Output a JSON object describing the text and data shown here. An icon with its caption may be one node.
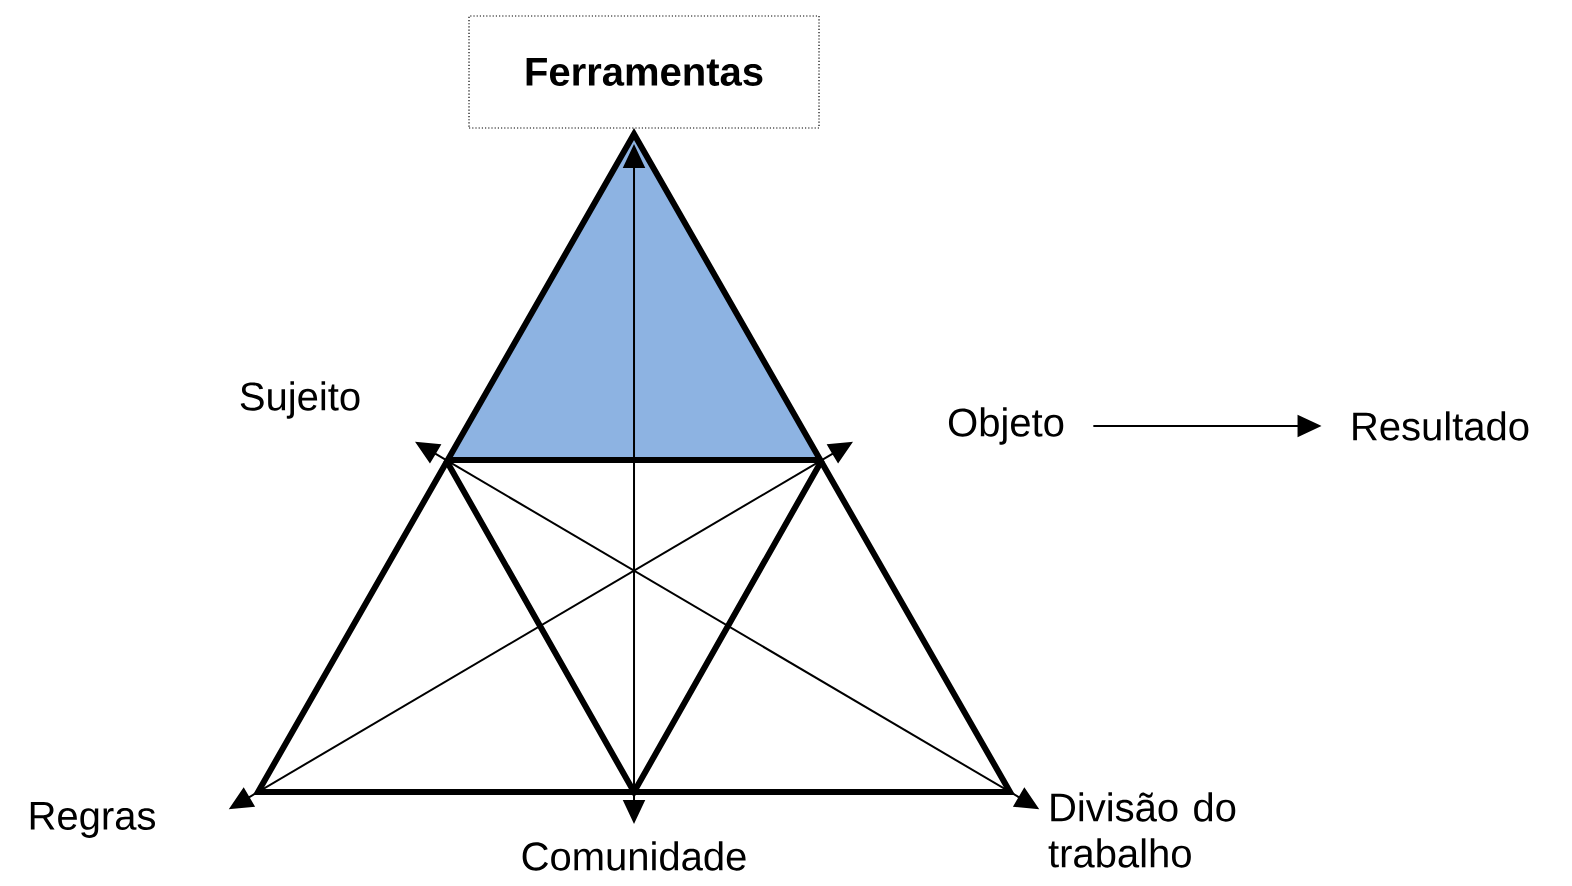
{
  "diagram": {
    "nodes": [
      {
        "text": [
          "Ferramentas"
        ]
      },
      {
        "text": [
          "Sujeito"
        ]
      },
      {
        "text": [
          "Objeto"
        ]
      },
      {
        "text": [
          "Resultado"
        ]
      },
      {
        "text": [
          "Regras"
        ]
      },
      {
        "text": [
          "Comunidade"
        ]
      },
      {
        "text": [
          "Divisão do trabalho"
        ]
      }
    ],
    "edges": [
      {
        "from": 5,
        "to": 0,
        "arrow": "both"
      },
      {
        "from": 1,
        "to": 6,
        "arrow": "both"
      },
      {
        "from": 2,
        "to": 4,
        "arrow": "both"
      },
      {
        "from": 2,
        "to": 3,
        "arrow": "to"
      }
    ]
  }
}
